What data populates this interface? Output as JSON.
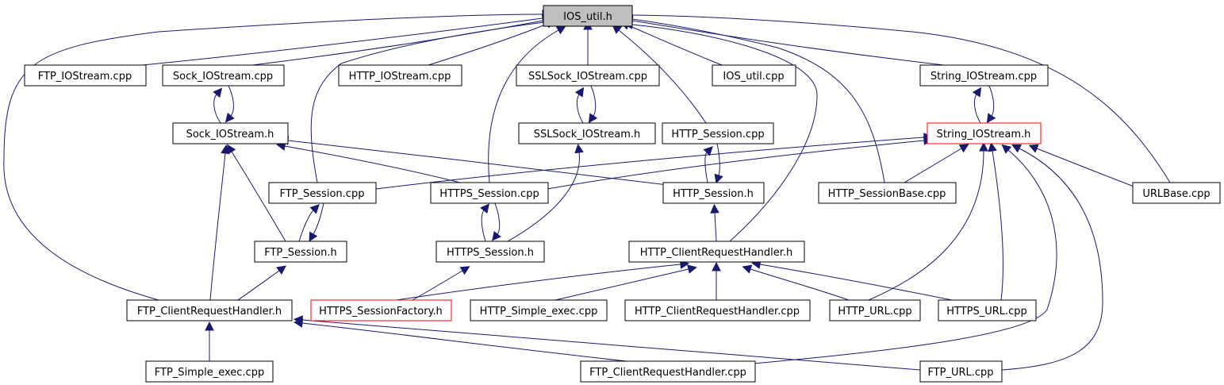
{
  "colors": {
    "edge": "#191970",
    "node_border": "#000000",
    "root_fill": "#bfbfbf",
    "highlight_border": "#ff0000"
  },
  "nodes": {
    "ios_util_h": "IOS_util.h",
    "ftp_iostream_cpp": "FTP_IOStream.cpp",
    "sock_iostream_cpp": "Sock_IOStream.cpp",
    "http_iostream_cpp": "HTTP_IOStream.cpp",
    "sslsock_iostream_cpp": "SSLSock_IOStream.cpp",
    "ios_util_cpp": "IOS_util.cpp",
    "string_iostream_cpp": "String_IOStream.cpp",
    "sock_iostream_h": "Sock_IOStream.h",
    "sslsock_iostream_h": "SSLSock_IOStream.h",
    "http_session_cpp": "HTTP_Session.cpp",
    "string_iostream_h": "String_IOStream.h",
    "ftp_session_cpp": "FTP_Session.cpp",
    "https_session_cpp": "HTTPS_Session.cpp",
    "http_session_h": "HTTP_Session.h",
    "http_sessionbase_cpp": "HTTP_SessionBase.cpp",
    "urlbase_cpp": "URLBase.cpp",
    "ftp_session_h": "FTP_Session.h",
    "https_session_h": "HTTPS_Session.h",
    "http_clientrequesthandler_h": "HTTP_ClientRequestHandler.h",
    "ftp_clientrequesthandler_h": "FTP_ClientRequestHandler.h",
    "https_sessionfactory_h": "HTTPS_SessionFactory.h",
    "http_simple_exec_cpp": "HTTP_Simple_exec.cpp",
    "http_clientrequesthandler_cpp": "HTTP_ClientRequestHandler.cpp",
    "http_url_cpp": "HTTP_URL.cpp",
    "https_url_cpp": "HTTPS_URL.cpp",
    "ftp_simple_exec_cpp": "FTP_Simple_exec.cpp",
    "ftp_clientrequesthandler_cpp": "FTP_ClientRequestHandler.cpp",
    "ftp_url_cpp": "FTP_URL.cpp"
  }
}
